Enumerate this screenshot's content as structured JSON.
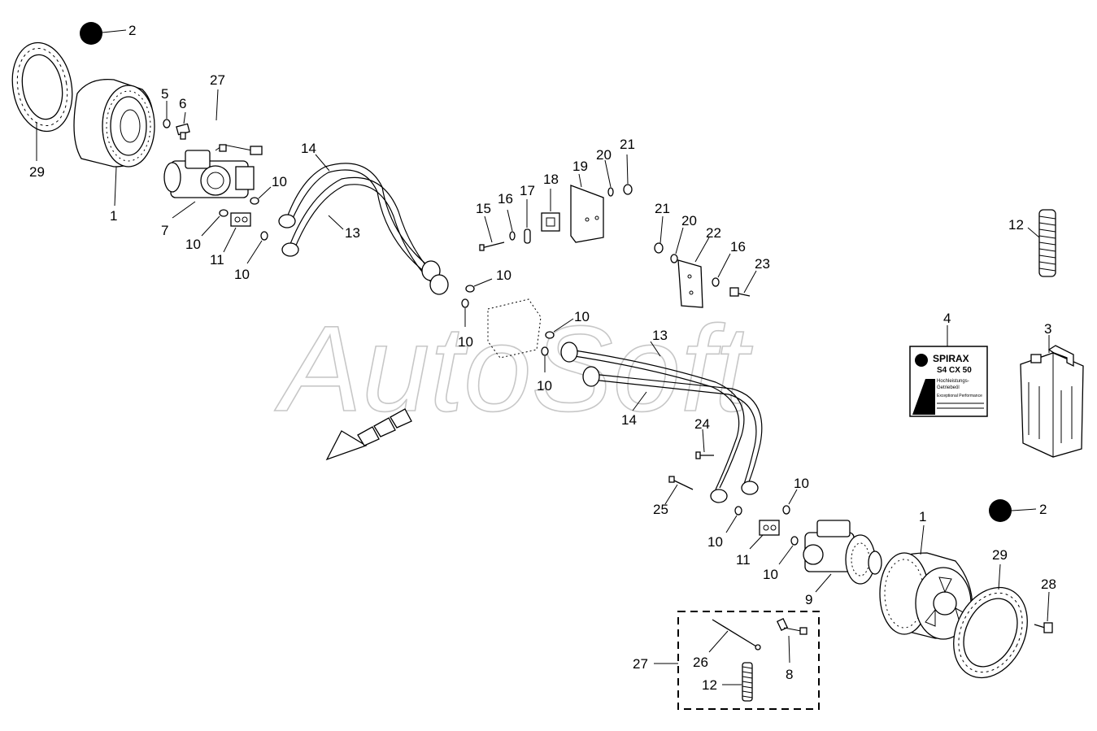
{
  "watermark": "AutoSoft",
  "callouts": {
    "c1a": "1",
    "c1b": "1",
    "c2a": "2",
    "c2b": "2",
    "c3": "3",
    "c4": "4",
    "c5": "5",
    "c6": "6",
    "c7": "7",
    "c8": "8",
    "c9": "9",
    "c10a": "10",
    "c10b": "10",
    "c10c": "10",
    "c10d": "10",
    "c10e": "10",
    "c10f": "10",
    "c10g": "10",
    "c10h": "10",
    "c10i": "10",
    "c11a": "11",
    "c11b": "11",
    "c12a": "12",
    "c12b": "12",
    "c13a": "13",
    "c13b": "13",
    "c14a": "14",
    "c14b": "14",
    "c15": "15",
    "c16a": "16",
    "c16b": "16",
    "c17": "17",
    "c18": "18",
    "c19": "19",
    "c20a": "20",
    "c20b": "20",
    "c21a": "21",
    "c21b": "21",
    "c22": "22",
    "c23": "23",
    "c24": "24",
    "c25": "25",
    "c26": "26",
    "c27a": "27",
    "c27b": "27",
    "c28": "28",
    "c29a": "29",
    "c29b": "29"
  },
  "oil_label": {
    "brand": "SPIRAX",
    "grade": "S4 CX 50",
    "line1": "Hochleistungs-",
    "line2": "Getriebeöl",
    "line3": "Exceptional Performance"
  }
}
